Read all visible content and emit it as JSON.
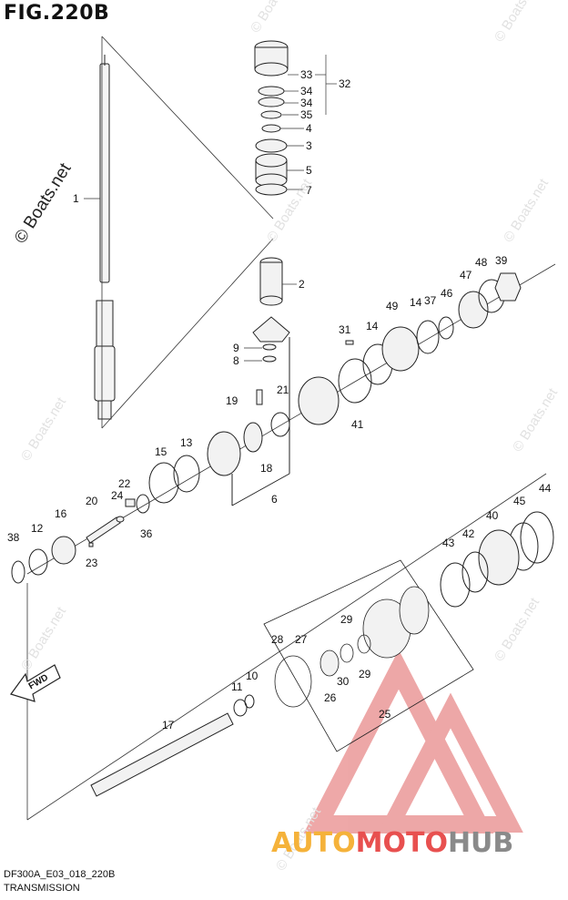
{
  "title": "FIG.220B",
  "footer_code": "DF300A_E03_018_220B",
  "footer_name": "TRANSMISSION",
  "watermark_main": "© Boats.net",
  "watermark_faint": "© Boats.net",
  "fwd_label": "FWD",
  "logo": {
    "auto": "AUTO",
    "moto": "MOTO",
    "hub": "HUB",
    "auto_color": "#f5b23a",
    "moto_color": "#e8504f",
    "hub_color": "#8a8a8a"
  },
  "parts": [
    {
      "id": "p1",
      "label": "1"
    },
    {
      "id": "p33",
      "label": "33"
    },
    {
      "id": "p32",
      "label": "32"
    },
    {
      "id": "p34a",
      "label": "34"
    },
    {
      "id": "p34b",
      "label": "34"
    },
    {
      "id": "p35",
      "label": "35"
    },
    {
      "id": "p4",
      "label": "4"
    },
    {
      "id": "p3",
      "label": "3"
    },
    {
      "id": "p5",
      "label": "5"
    },
    {
      "id": "p7",
      "label": "7"
    },
    {
      "id": "p2",
      "label": "2"
    },
    {
      "id": "p9",
      "label": "9"
    },
    {
      "id": "p8",
      "label": "8"
    },
    {
      "id": "p31",
      "label": "31"
    },
    {
      "id": "p49",
      "label": "49"
    },
    {
      "id": "p14a",
      "label": "14"
    },
    {
      "id": "p14b",
      "label": "14"
    },
    {
      "id": "p37",
      "label": "37"
    },
    {
      "id": "p46",
      "label": "46"
    },
    {
      "id": "p47",
      "label": "47"
    },
    {
      "id": "p48",
      "label": "48"
    },
    {
      "id": "p39",
      "label": "39"
    },
    {
      "id": "p19",
      "label": "19"
    },
    {
      "id": "p21",
      "label": "21"
    },
    {
      "id": "p41",
      "label": "41"
    },
    {
      "id": "p15",
      "label": "15"
    },
    {
      "id": "p13",
      "label": "13"
    },
    {
      "id": "p18",
      "label": "18"
    },
    {
      "id": "p6",
      "label": "6"
    },
    {
      "id": "p22",
      "label": "22"
    },
    {
      "id": "p24",
      "label": "24"
    },
    {
      "id": "p20",
      "label": "20"
    },
    {
      "id": "p36",
      "label": "36"
    },
    {
      "id": "p16",
      "label": "16"
    },
    {
      "id": "p12",
      "label": "12"
    },
    {
      "id": "p38",
      "label": "38"
    },
    {
      "id": "p23",
      "label": "23"
    },
    {
      "id": "p44",
      "label": "44"
    },
    {
      "id": "p45",
      "label": "45"
    },
    {
      "id": "p40",
      "label": "40"
    },
    {
      "id": "p42",
      "label": "42"
    },
    {
      "id": "p43",
      "label": "43"
    },
    {
      "id": "p28",
      "label": "28"
    },
    {
      "id": "p27",
      "label": "27"
    },
    {
      "id": "p29a",
      "label": "29"
    },
    {
      "id": "p29b",
      "label": "29"
    },
    {
      "id": "p30",
      "label": "30"
    },
    {
      "id": "p26",
      "label": "26"
    },
    {
      "id": "p25",
      "label": "25"
    },
    {
      "id": "p11",
      "label": "11"
    },
    {
      "id": "p10",
      "label": "10"
    },
    {
      "id": "p17",
      "label": "17"
    }
  ]
}
